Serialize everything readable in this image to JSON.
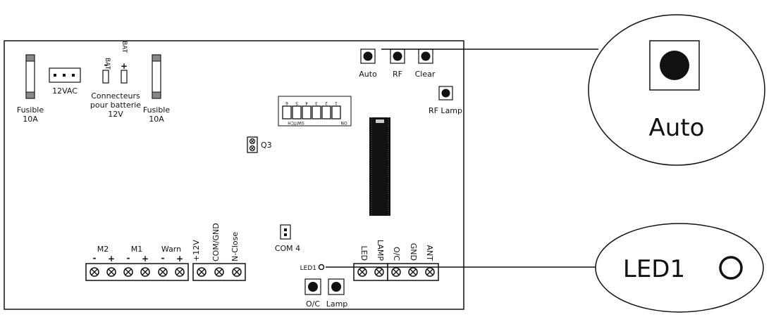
{
  "board": {
    "fuse_left": {
      "line1": "Fusible",
      "line2": "10A"
    },
    "fuse_right": {
      "line1": "Fusible",
      "line2": "10A"
    },
    "ac_connector": "12VAC",
    "battery": {
      "neg_label": "BAT",
      "neg_symbol": "-",
      "pos_label": "BAT",
      "pos_symbol": "+",
      "caption_line1": "Connecteurs",
      "caption_line2": "pour batterie",
      "caption_line3": "12V"
    },
    "dip_switch": {
      "numbers": [
        "6",
        "5",
        "4",
        "3",
        "2",
        "1"
      ],
      "switch_label": "SWITCH",
      "on_label": "ON"
    },
    "q3": "Q3",
    "com4": "COM 4",
    "led1": "LED1",
    "buttons_top": [
      "Auto",
      "RF",
      "Clear"
    ],
    "rf_lamp": "RF Lamp",
    "buttons_bottom": {
      "oc": "O/C",
      "lamp": "Lamp"
    },
    "terminals_left": {
      "groups": [
        "M2",
        "M1",
        "Warn"
      ],
      "symbols": [
        "-",
        "+",
        "-",
        "+",
        "-",
        "+"
      ]
    },
    "terminals_power": [
      "+12V",
      "COM/GND",
      "N-Close"
    ],
    "terminals_right": [
      "LED",
      "LAMP",
      "O/C",
      "GND",
      "ANT"
    ]
  },
  "callouts": {
    "auto": {
      "label": "Auto"
    },
    "led1": {
      "label": "LED1"
    }
  },
  "colors": {
    "line": "#111111",
    "fuse_cap": "#888888",
    "background": "#ffffff"
  }
}
